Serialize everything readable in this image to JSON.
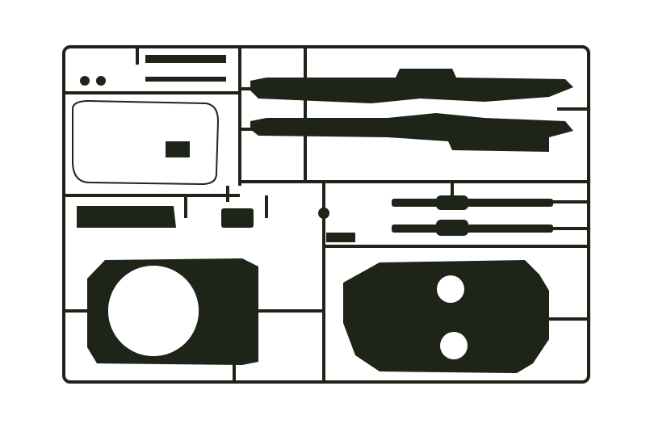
{
  "photo": {
    "background_color": "#ffffff",
    "plastic_color": "#1f2419",
    "parts": [
      {
        "name": "hull-rail-upper"
      },
      {
        "name": "hull-rail-lower"
      },
      {
        "name": "gun-barrel-upper"
      },
      {
        "name": "gun-barrel-lower"
      },
      {
        "name": "turret-ring-plate"
      },
      {
        "name": "hull-deck-plate"
      },
      {
        "name": "small-bracket"
      },
      {
        "name": "small-block"
      },
      {
        "name": "wire-loop"
      }
    ]
  }
}
